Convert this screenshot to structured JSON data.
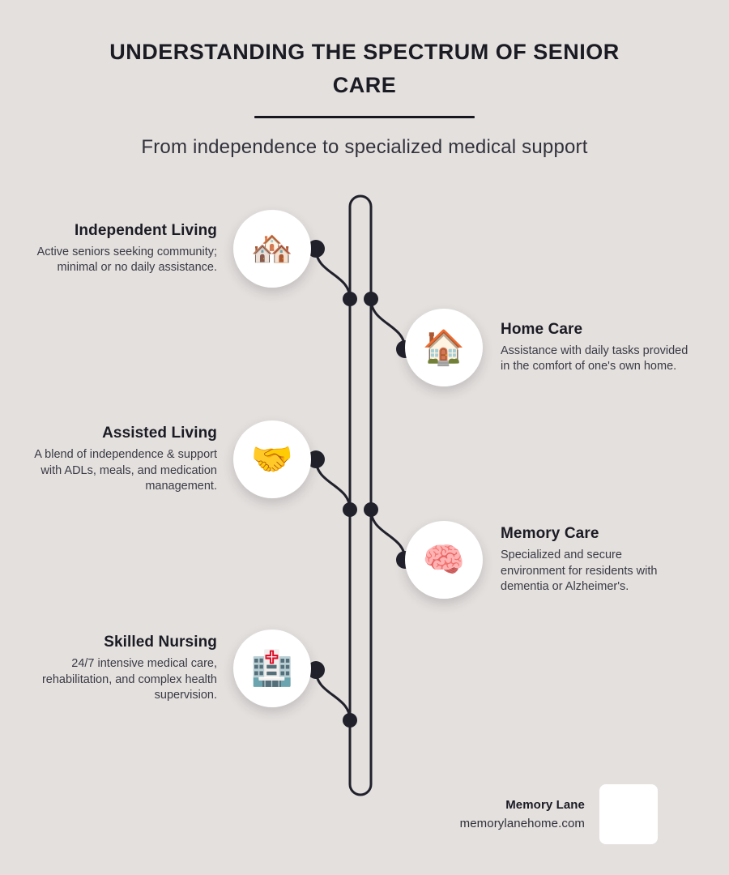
{
  "header": {
    "title": "UNDERSTANDING THE SPECTRUM OF SENIOR CARE",
    "subtitle": "From independence to specialized medical support"
  },
  "colors": {
    "background": "#e4e0de",
    "ink": "#1b1b24",
    "spine": "#21212c",
    "bubble": "#ffffff"
  },
  "timeline": {
    "stages": [
      {
        "title": "Independent Living",
        "description": "Active seniors seeking community; minimal or no daily assistance.",
        "icon": "houses-icon",
        "emoji": "🏘️",
        "side": "left"
      },
      {
        "title": "Home Care",
        "description": "Assistance with daily tasks provided in the comfort of one's own home.",
        "icon": "house-icon",
        "emoji": "🏠",
        "side": "right"
      },
      {
        "title": "Assisted Living",
        "description": "A blend of independence & support with ADLs, meals, and medication management.",
        "icon": "handshake-icon",
        "emoji": "🤝",
        "side": "left"
      },
      {
        "title": "Memory Care",
        "description": "Specialized and secure environment for residents with dementia or Alzheimer's.",
        "icon": "brain-icon",
        "emoji": "🧠",
        "side": "right"
      },
      {
        "title": "Skilled Nursing",
        "description": "24/7 intensive medical care, rehabilitation, and complex health supervision.",
        "icon": "hospital-icon",
        "emoji": "🏥",
        "side": "left"
      }
    ]
  },
  "footer": {
    "brand_name": "Memory Lane",
    "brand_url": "memorylanehome.com",
    "logo": "brand-logo-placeholder"
  }
}
